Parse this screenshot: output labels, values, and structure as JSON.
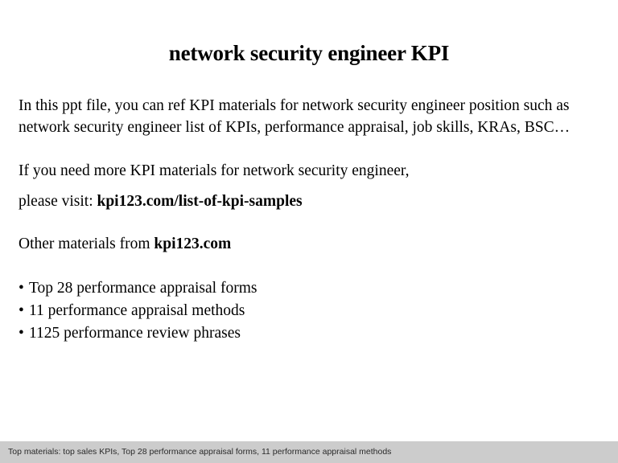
{
  "slide": {
    "title": "network security engineer KPI",
    "background_color": "#ffffff",
    "text_color": "#000000",
    "body": {
      "intro_paragraph": "In this ppt file, you can ref KPI materials for network security engineer position such as network security engineer list of KPIs, performance appraisal, job skills, KRAs, BSC…",
      "need_more_line": "If you need more KPI materials for network security engineer,",
      "visit_prefix": "please visit: ",
      "visit_link": "kpi123.com/list-of-kpi-samples",
      "other_prefix": "Other materials from ",
      "other_link": "kpi123.com",
      "bullet_marker": "•",
      "bullets": [
        "Top 28 performance appraisal forms",
        "11 performance appraisal methods",
        "1125 performance review phrases"
      ]
    }
  },
  "footer": {
    "text": "Top materials: top sales KPIs, Top 28 performance appraisal forms, 11 performance appraisal methods",
    "background_color": "#cccccc",
    "text_color": "#2b2b2b"
  }
}
